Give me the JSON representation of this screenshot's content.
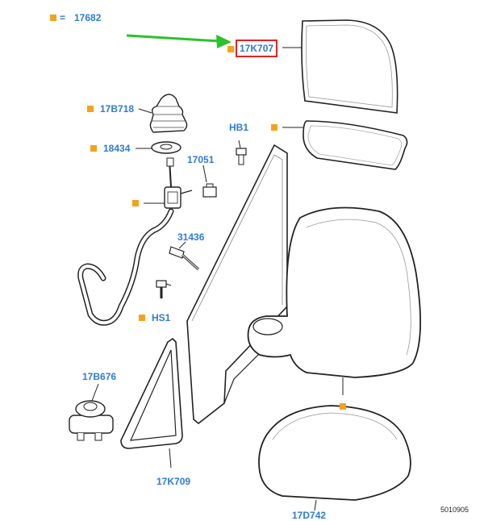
{
  "legend": {
    "key_symbol": "=",
    "key_value": "17682"
  },
  "parts": {
    "glass_highlighted": "17K707",
    "boot": "17B718",
    "grommet": "18434",
    "bolt_hb1": "HB1",
    "clip": "17051",
    "screw": "31436",
    "bolt_hs1": "HS1",
    "switch": "17B676",
    "trim": "17K709",
    "cover": "17D742"
  },
  "image_code": "5010905",
  "colors": {
    "label": "#2e7bd6",
    "bullet": "#f5a21b",
    "highlight_border": "#e02424",
    "arrow": "#2bc22b",
    "line": "#222222"
  }
}
